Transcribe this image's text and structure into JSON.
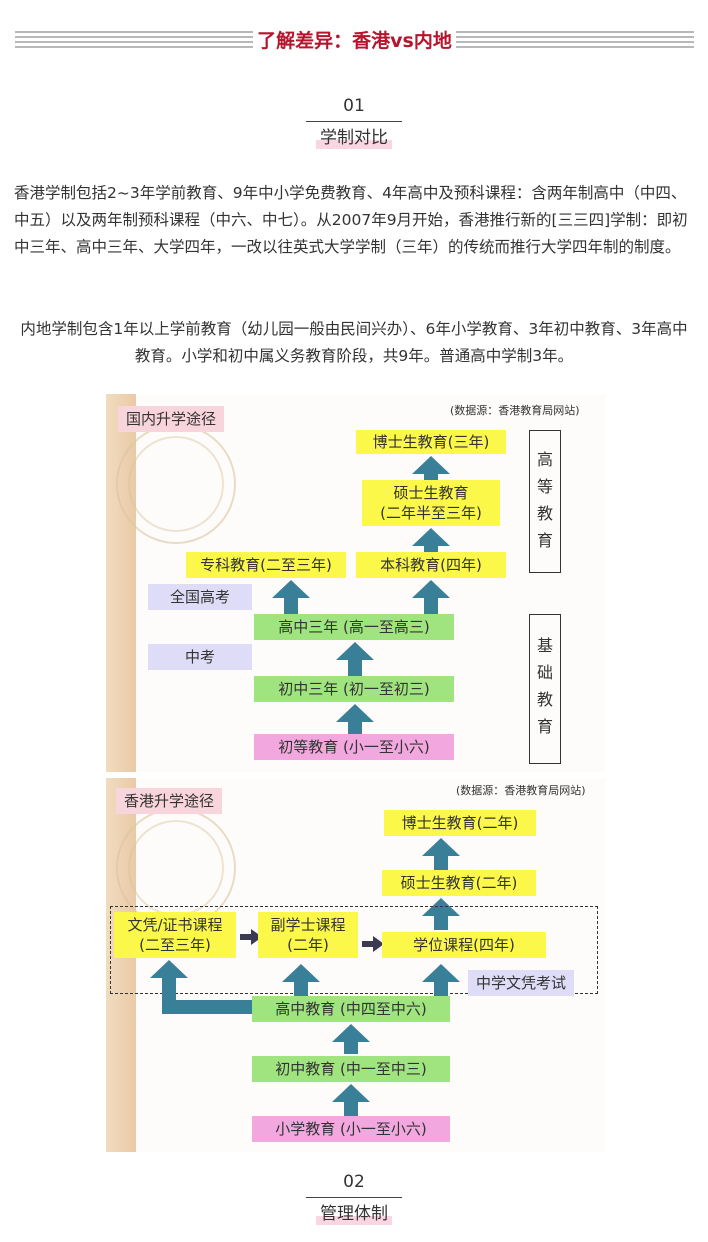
{
  "header": {
    "title": "了解差异：香港vs内地"
  },
  "section1": {
    "number": "01",
    "label": "学制对比"
  },
  "paragraphs": {
    "hk": "香港学制包括2~3年学前教育、9年中小学免费教育、4年高中及预科课程：含两年制高中（中四、中五）以及两年制预科课程（中六、中七）。从2007年9月开始，香港推行新的[三三四]学制：即初中三年、高中三年、大学四年，一改以往英式大学学制（三年）的传统而推行大学四年制的制度。",
    "mainland": "内地学制包含1年以上学前教育（幼儿园一般由民间兴办）、6年小学教育、3年初中教育、3年高中教育。小学和初中属义务教育阶段，共9年。普通高中学制3年。"
  },
  "figure1": {
    "tag": "国内升学途径",
    "source": "(数据源：香港教育局网站)",
    "boxes": {
      "phd": "博士生教育(三年)",
      "master_l1": "硕士生教育",
      "master_l2": "(二年半至三年)",
      "college": "专科教育(二至三年)",
      "undergrad": "本科教育(四年)",
      "senior": "高中三年 (高一至高三)",
      "junior": "初中三年 (初一至初三)",
      "primary": "初等教育 (小一至小六)"
    },
    "exams": {
      "gaokao": "全国高考",
      "zhongkao": "中考"
    },
    "higher_ed": [
      "高",
      "等",
      "教",
      "育"
    ],
    "basic_ed": [
      "基",
      "础",
      "教",
      "育"
    ]
  },
  "figure2": {
    "tag": "香港升学途径",
    "source": "(数据源：香港教育局网站)",
    "boxes": {
      "phd": "博士生教育(二年)",
      "master": "硕士生教育(二年)",
      "cert_l1": "文凭/证书课程",
      "cert_l2": "(二至三年)",
      "assoc_l1": "副学士课程",
      "assoc_l2": "(二年)",
      "degree": "学位课程(四年)",
      "senior": "高中教育 (中四至中六)",
      "junior": "初中教育 (中一至中三)",
      "primary": "小学教育 (小一至小六)"
    },
    "exam": "中学文凭考试"
  },
  "section2": {
    "number": "02",
    "label": "管理体制"
  },
  "colors": {
    "accent": "#b5152d",
    "arrow": "#3a7f98",
    "yellow": "#fbf84a",
    "green": "#9fe47f",
    "pink": "#f2a8df"
  }
}
